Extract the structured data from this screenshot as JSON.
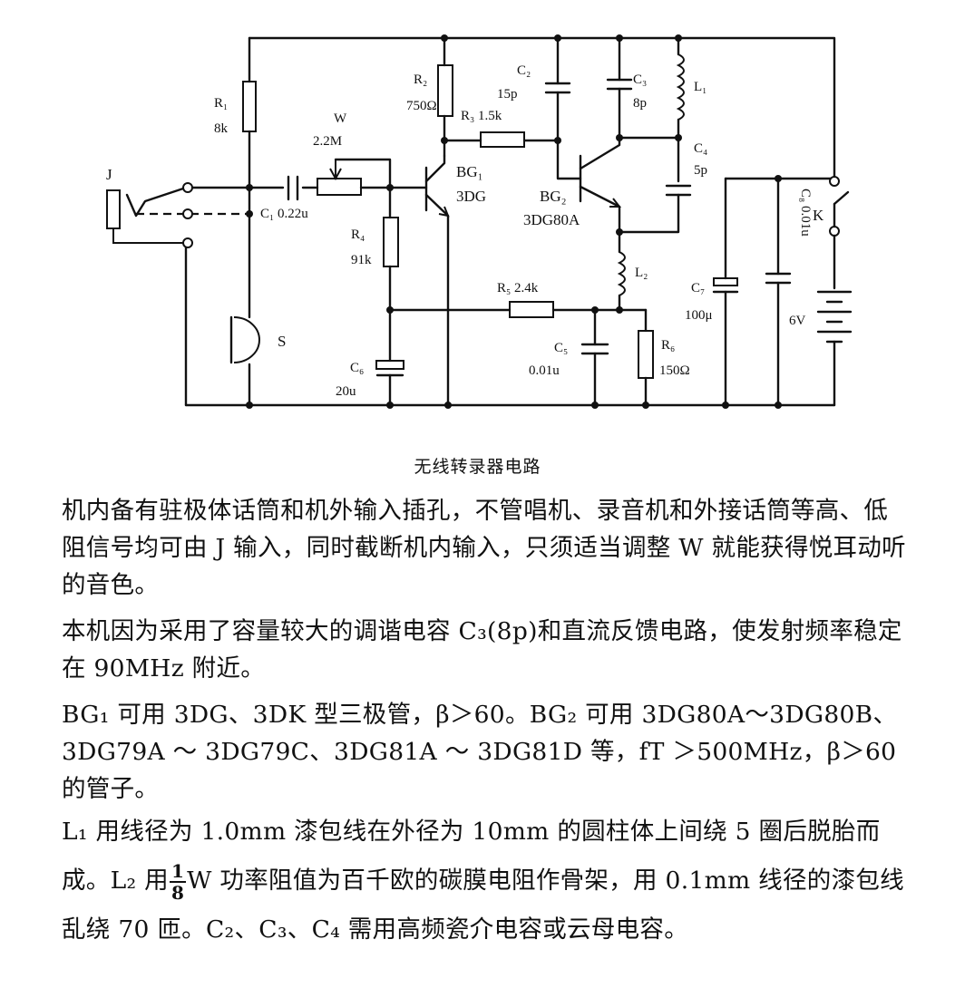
{
  "circuit": {
    "caption": "无线转录器电路",
    "labels": {
      "r1": "R₁",
      "r1_val": "8k",
      "r2": "R₂",
      "r2_val": "750Ω",
      "r3": "R₃ 1.5k",
      "r4": "R₄",
      "r4_val": "91k",
      "r5": "R₅ 2.4k",
      "r6": "R₆",
      "r6_val": "150Ω",
      "w": "W",
      "w_val": "2.2M",
      "c1": "C₁ 0.22u",
      "c2": "C₂",
      "c2_val": "15p",
      "c3": "C₃",
      "c3_val": "8p",
      "c4": "C₄",
      "c4_val": "5p",
      "c5": "C₅",
      "c5_val": "0.01u",
      "c6": "C₆",
      "c6_val": "20u",
      "c7": "C₇",
      "c7_val": "100μ",
      "c8": "C₈ 0.01u",
      "l1": "L₁",
      "l2": "L₂",
      "bg1": "BG₁",
      "bg1_type": "3DG",
      "bg2": "BG₂",
      "bg2_type": "3DG80A",
      "j": "J",
      "s": "S",
      "k": "K",
      "battery": "6V"
    }
  },
  "text": {
    "p1": "机内备有驻极体话筒和机外输入插孔，不管唱机、录音机和外接话筒等高、低阻信号均可由 J 输入，同时截断机内输入，只须适当调整 W 就能获得悦耳动听的音色。",
    "p2": "本机因为采用了容量较大的调谐电容 C₃(8p)和直流反馈电路，使发射频率稳定在 90MHz 附近。",
    "p3": "BG₁ 可用 3DG、3DK 型三极管，β＞60。BG₂ 可用 3DG80A～3DG80B、3DG79A ～ 3DG79C、3DG81A ～ 3DG81D 等，fT ＞500MHz，β＞60 的管子。",
    "p4a": "L₁ 用线径为 1.0mm 漆包线在外径为 10mm 的圆柱体上间绕 5 圈后脱胎而成。L₂ 用",
    "frac_num": "1",
    "frac_den": "8",
    "p4b": "W 功率阻值为百千欧的碳膜电阻作骨架，用 0.1mm 线径的漆包线乱绕 70 匝。C₂、C₃、C₄ 需用高频瓷介电容或云母电容。"
  }
}
